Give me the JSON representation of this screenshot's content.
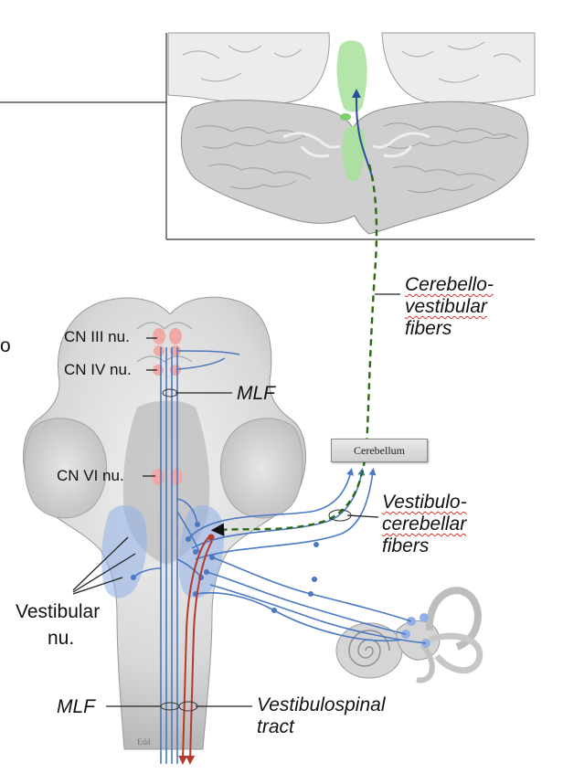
{
  "labels": {
    "cn3": "CN III nu.",
    "cn4": "CN IV nu.",
    "cn6": "CN VI nu.",
    "mlf_top": "MLF",
    "mlf_bottom": "MLF",
    "vestibular_nu_1": "Vestibular",
    "vestibular_nu_2": "nu.",
    "cv_1": "Cerebello-",
    "cv_2": "vestibular",
    "cv_3": "fibers",
    "vc_1": "Vestibulo-",
    "vc_2": "cerebellar",
    "vc_3": "fibers",
    "vs_1": "Vestibulospinal",
    "vs_2": "tract",
    "cerebellum_box": "Cerebellum",
    "edge_letter": "o"
  },
  "colors": {
    "blue_fiber": "#4a78c2",
    "red_fiber": "#b53a2e",
    "green_dash": "#2b6a12",
    "green_nuclei": "#a8e29a",
    "pink_nuclei": "#f1a9a6",
    "wavy_underline": "#d62f2f"
  }
}
